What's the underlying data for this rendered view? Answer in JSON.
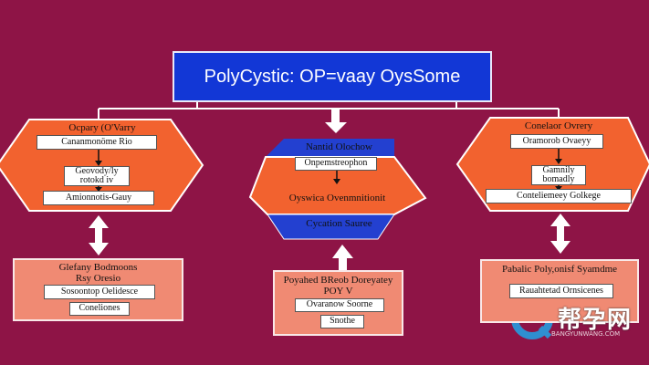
{
  "title": "PolyCystic: OP=vaay  OysSome",
  "left": {
    "hex_title": "Ocpary  (O'Varry",
    "box1": "Cananmonöme Rio",
    "box2": "Geovody/ly\nrotokd iv",
    "box3": "Amionnotis-Gauy",
    "panel_title": "Glefany Bodmoons\nRsy Oresio",
    "panel_box1": "Sosoontop Oelidesce",
    "panel_box2": "Coneliones"
  },
  "center": {
    "bar_top": "Nantid Olochow",
    "box1": "Onpemstreophon",
    "middle": "Oyswica Ovenmnitionit",
    "bar_bottom": "Cycation Sauree",
    "panel_title": "Poyahed BReob Doreyatey\nPOY V",
    "panel_box1": "Ovaranow Soorne",
    "panel_box2": "Snothe"
  },
  "right": {
    "hex_title": "Conelaor Ovrery",
    "box1": "Oramorob Ovaeyy",
    "box2": "Gamnily\nbomadly",
    "box3": "Conteliemeey Golkege",
    "panel_title": "Pabalic Poly,onisf  Syamdme",
    "panel_box1": "Rauahtetad Ornsicenes"
  },
  "watermark": {
    "text": "帮孕网",
    "sub": "BANGYUNWANG.COM"
  },
  "colors": {
    "background": "#8e1446",
    "title_blue": "#1237d6",
    "hex_orange": "#f2622f",
    "panel_salmon": "#f08a73",
    "center_blue": "#2340d0"
  }
}
